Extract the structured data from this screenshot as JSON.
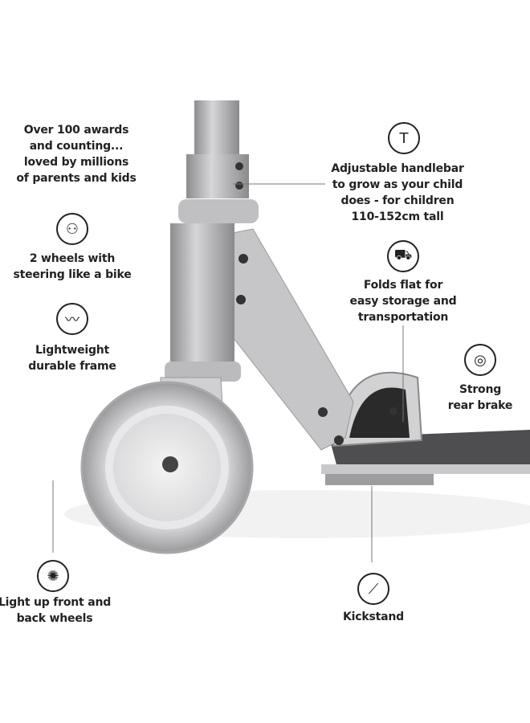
{
  "features": {
    "awards": [
      "Over 100 awards",
      "and counting...",
      "loved by millions",
      "of parents and kids"
    ],
    "steering": [
      "2 wheels with",
      "steering like a bike"
    ],
    "frame": [
      "Lightweight",
      "durable frame"
    ],
    "wheels": [
      "Light up front and",
      "back wheels"
    ],
    "handlebar": [
      "Adjustable handlebar",
      "to grow as your child",
      "does - for children",
      "110-152cm tall"
    ],
    "folds": [
      "Folds flat for",
      "easy storage and",
      "transportation"
    ],
    "brake": [
      "Strong",
      "rear brake"
    ],
    "kickstand": [
      "Kickstand"
    ]
  },
  "colors": {
    "text": "#222222",
    "aluminium": "#b9b9bb",
    "deck": "#555555"
  }
}
